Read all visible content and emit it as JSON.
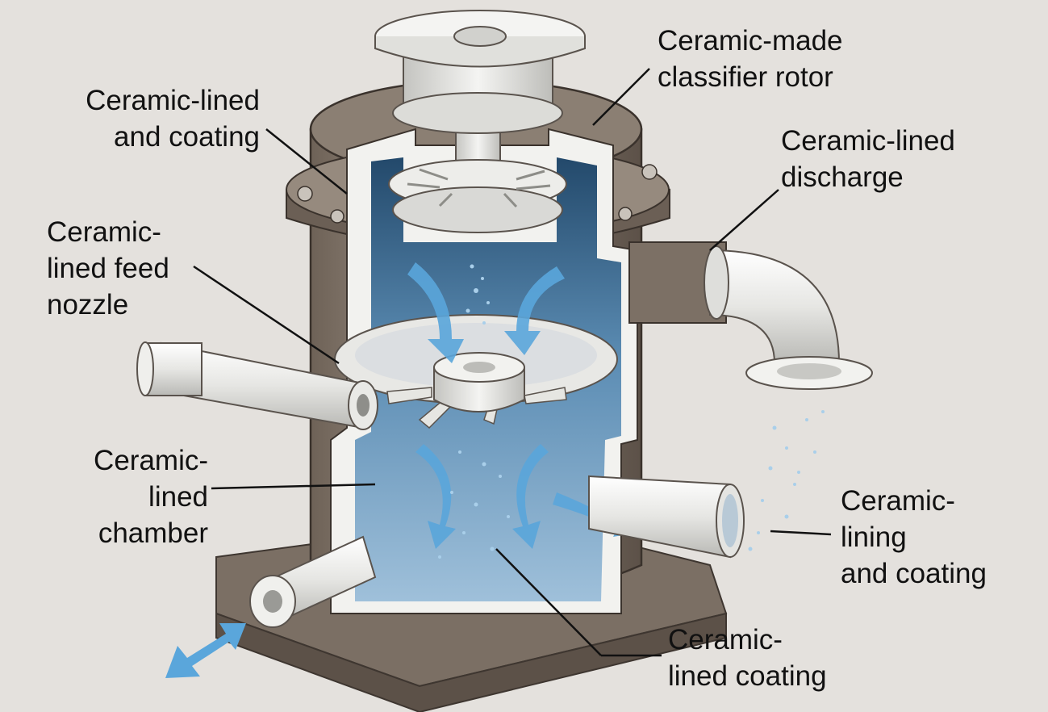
{
  "colors": {
    "background": "#e4e1dd",
    "housing": "#8a7d70",
    "ceramic": "#e9e9e6",
    "chamber_blue": "#4f7fa6",
    "flow_arrow": "#5aa6db"
  },
  "labels": {
    "top_left": {
      "line1": "Ceramic-lined",
      "line2": "and coating"
    },
    "rotor": {
      "line1": "Ceramic-made",
      "line2": "classifier rotor"
    },
    "discharge": {
      "line1": "Ceramic-lined",
      "line2": "discharge"
    },
    "feed": {
      "line1": "Ceramic-",
      "line2": "lined feed",
      "line3": "nozzle"
    },
    "chamber": {
      "line1": "Ceramic-",
      "line2": "lined",
      "line3": "chamber"
    },
    "lining": {
      "line1": "Ceramic-",
      "line2": "lining",
      "line3": "and coating"
    },
    "bottom": {
      "line1": "Ceramic-",
      "line2": "lined coating"
    }
  }
}
